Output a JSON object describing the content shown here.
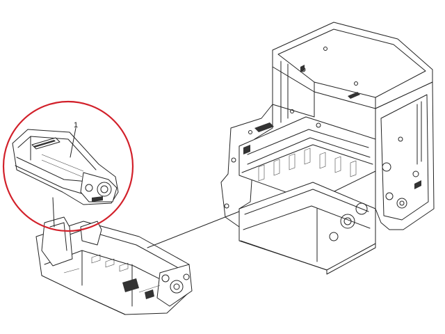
{
  "callout": {
    "number": "1",
    "circle_color": "#d2202a"
  },
  "parts": [
    {
      "id": "drum-unit",
      "icon": "drum-cartridge-icon"
    },
    {
      "id": "drum-cradle",
      "icon": "drum-frame-icon"
    },
    {
      "id": "printer-chassis",
      "icon": "printer-frame-icon"
    }
  ]
}
